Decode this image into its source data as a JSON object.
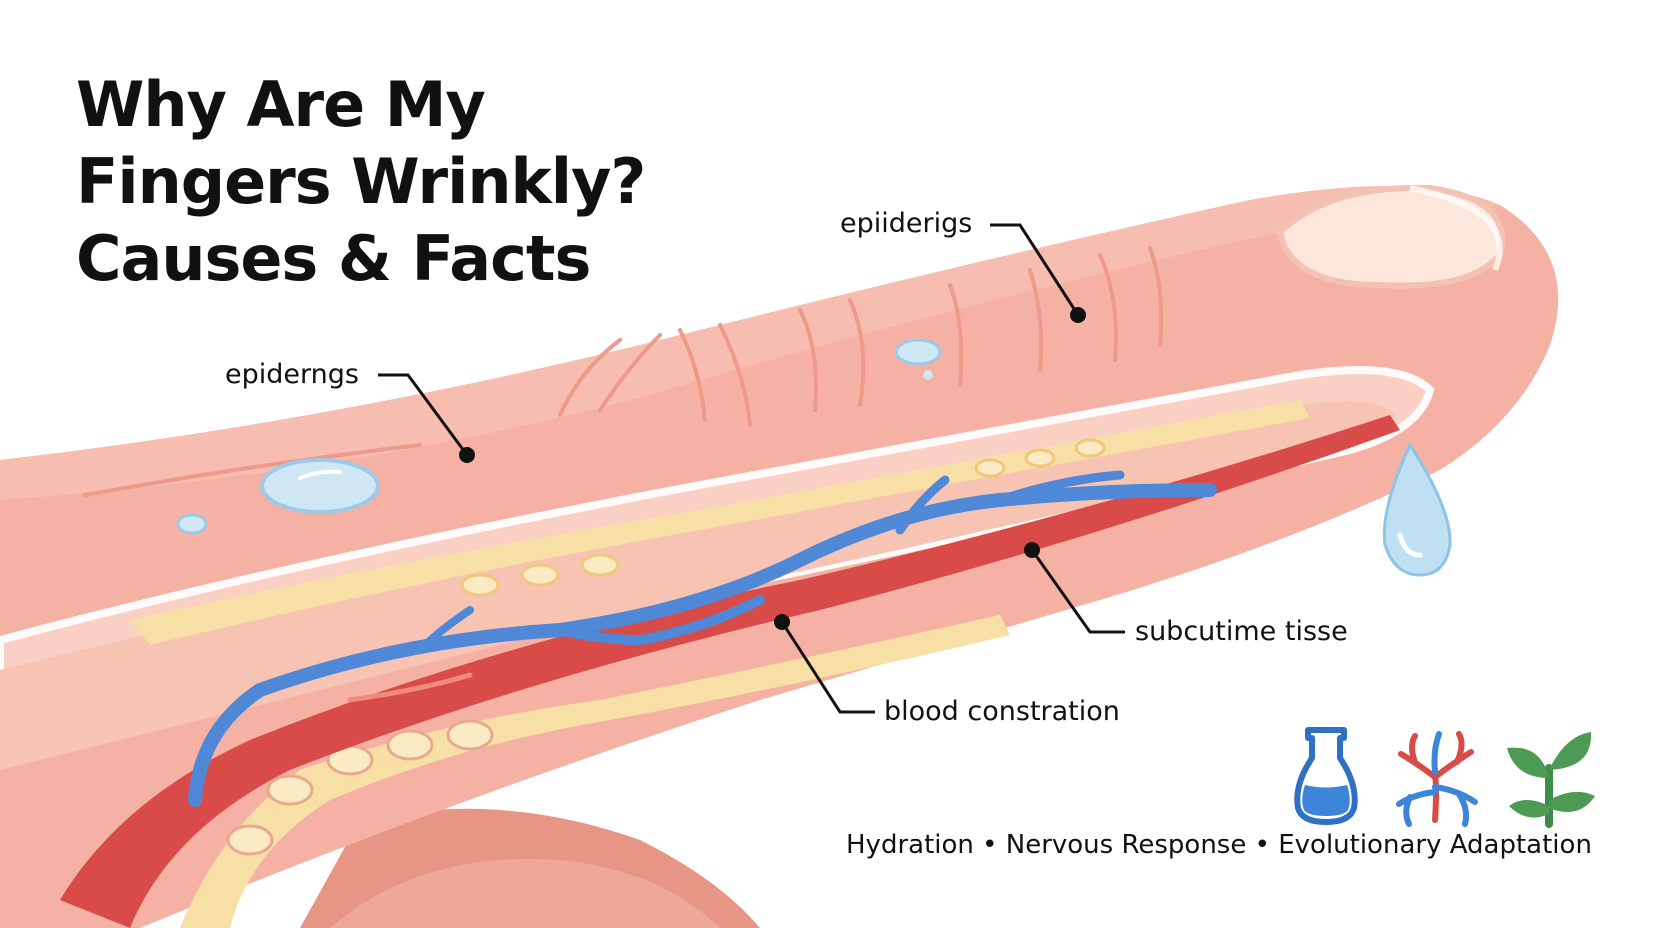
{
  "title": {
    "line1": "Why Are My",
    "line2": "Fingers Wrinkly?",
    "line3": "Causes & Facts"
  },
  "labels": {
    "epidermis_top": "epiiderigs",
    "epidermis_left": "epiderngs",
    "subcutaneous": "subcutime tisse",
    "blood": "blood constration"
  },
  "icons": [
    "flask-icon",
    "nerve-icon",
    "sprout-icon"
  ],
  "footer": {
    "item1": "Hydration",
    "sep1": "•",
    "item2": "Nervous Response",
    "sep2": "•",
    "item3": "Evolutionary Adaptation"
  },
  "colors": {
    "skin": "#f5b2a4",
    "skin_dark": "#e89382",
    "fat": "#f7dfa6",
    "artery": "#d94b48",
    "vein": "#4f88d6",
    "water": "#bfe0f3",
    "leaf": "#4c9a54"
  }
}
